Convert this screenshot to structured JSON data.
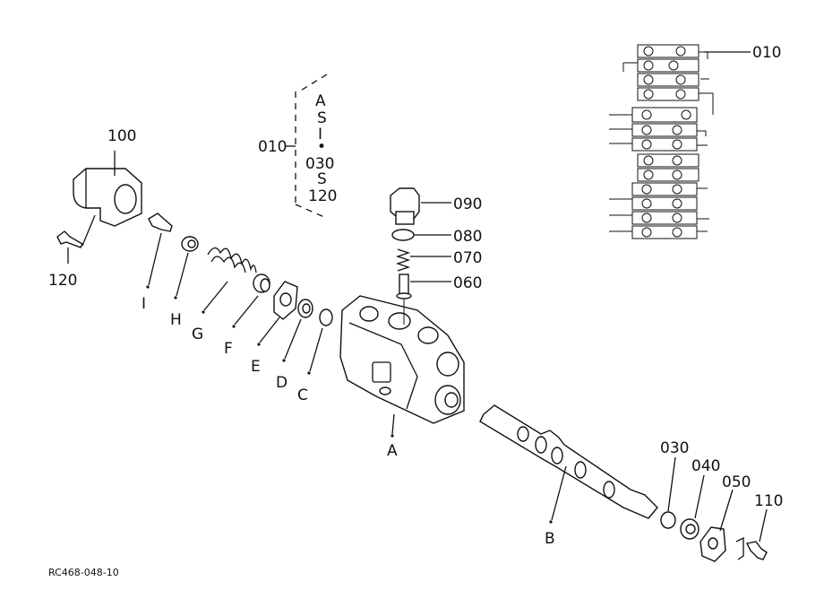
{
  "drawing_code": "RC468-048-10",
  "assembly": {
    "ref": "010",
    "range_top": "A",
    "range_sep1": "S",
    "range_mid": "I",
    "range_dot": "•",
    "range_low": "030",
    "range_sep2": "S",
    "range_end": "120"
  },
  "inset_ref": "010",
  "callouts": {
    "p010": "010",
    "p030": "030",
    "p040": "040",
    "p050": "050",
    "p060": "060",
    "p070": "070",
    "p080": "080",
    "p090": "090",
    "p100": "100",
    "p110": "110",
    "p120": "120"
  },
  "letters": {
    "A": "A",
    "B": "B",
    "C": "C",
    "D": "D",
    "E": "E",
    "F": "F",
    "G": "G",
    "H": "H",
    "I": "I"
  }
}
